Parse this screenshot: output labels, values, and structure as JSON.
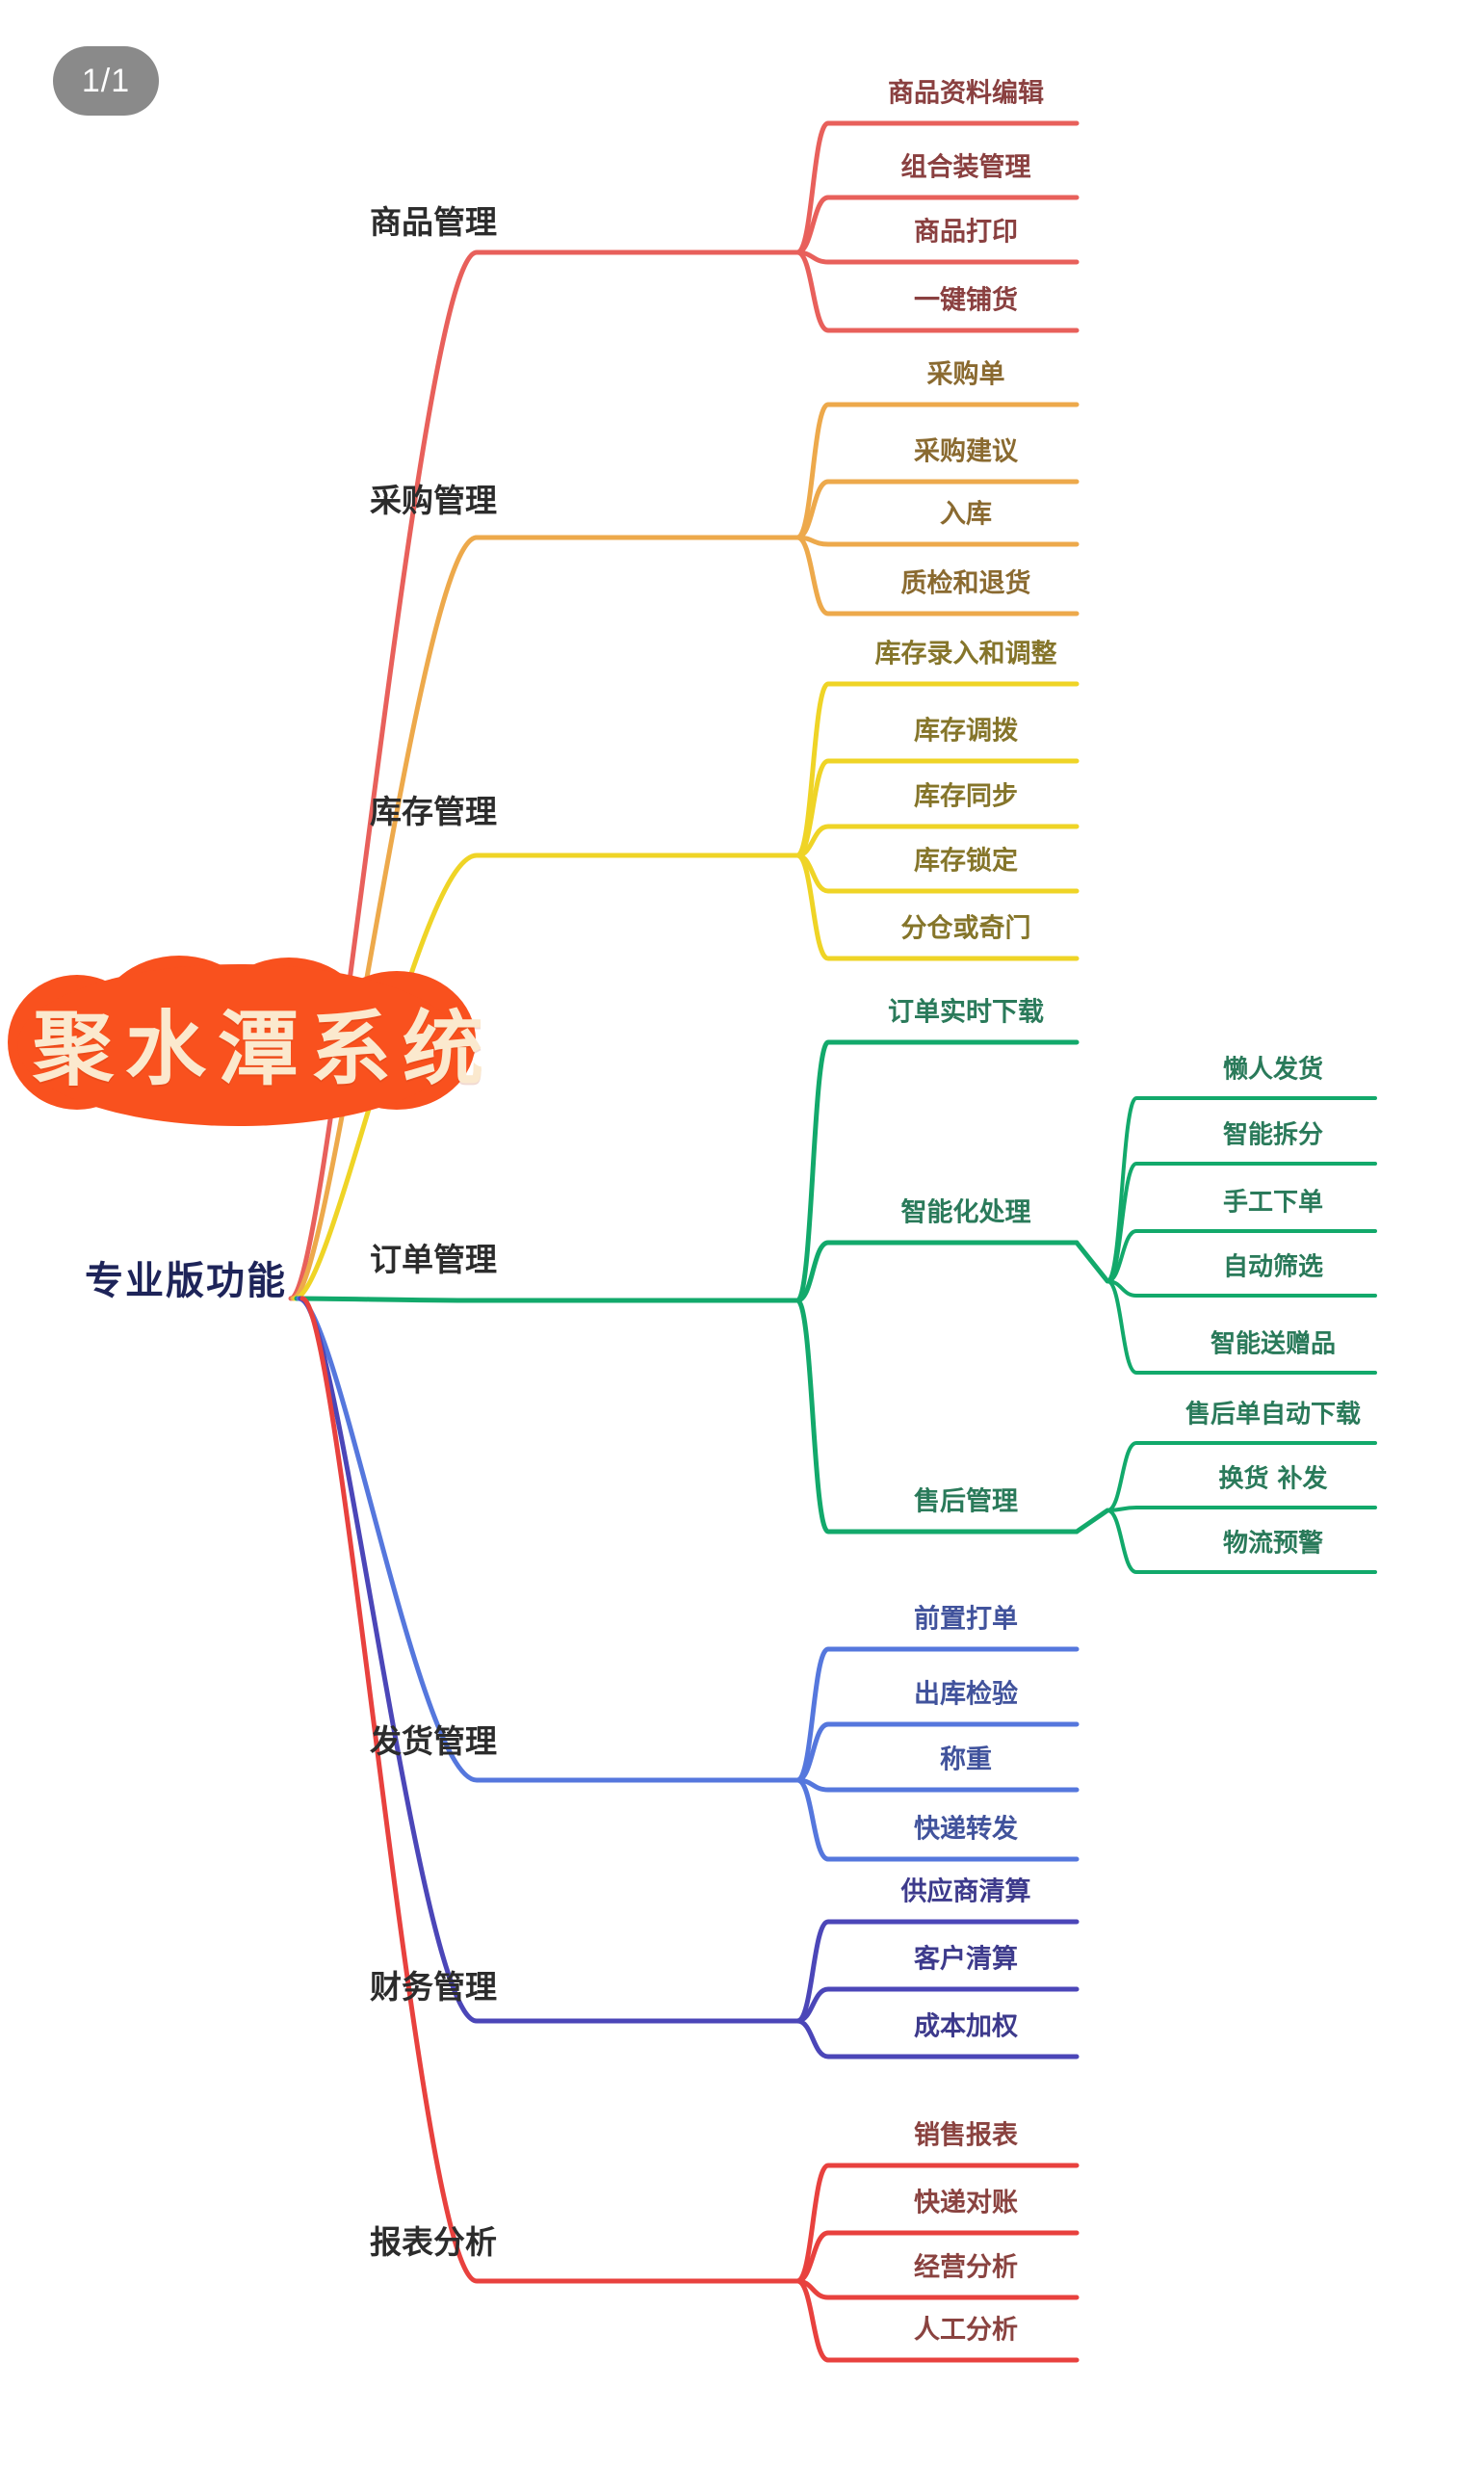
{
  "page": {
    "badge": "1/1",
    "background_color": "#ffffff",
    "badge_color": "#8a8a8a"
  },
  "root": {
    "banner_title": "聚水潭系统",
    "banner_color": "#F9511E",
    "banner_text_color": "#FBE9CE",
    "subtitle": "专业版功能",
    "subtitle_color": "#1e2459"
  },
  "branches": [
    {
      "label": "商品管理",
      "color": "#E8605B",
      "text_color": "#8a4040",
      "children": [
        {
          "label": "商品资料编辑"
        },
        {
          "label": "组合装管理"
        },
        {
          "label": "商品打印"
        },
        {
          "label": "一键铺货"
        }
      ]
    },
    {
      "label": "采购管理",
      "color": "#EDA94B",
      "text_color": "#8a6a30",
      "children": [
        {
          "label": "采购单"
        },
        {
          "label": "采购建议"
        },
        {
          "label": "入库"
        },
        {
          "label": "质检和退货"
        }
      ]
    },
    {
      "label": "库存管理",
      "color": "#EFD426",
      "text_color": "#85752a",
      "children": [
        {
          "label": "库存录入和调整"
        },
        {
          "label": "库存调拨"
        },
        {
          "label": "库存同步"
        },
        {
          "label": "库存锁定"
        },
        {
          "label": "分仓或奇门"
        }
      ]
    },
    {
      "label": "订单管理",
      "color": "#12A96B",
      "text_color": "#2a7a5a",
      "children": [
        {
          "label": "订单实时下载",
          "children": []
        },
        {
          "label": "智能化处理",
          "children": [
            {
              "label": "懒人发货"
            },
            {
              "label": "智能拆分"
            },
            {
              "label": "手工下单"
            },
            {
              "label": "自动筛选"
            },
            {
              "label": "智能送赠品"
            }
          ]
        },
        {
          "label": "售后管理",
          "children": [
            {
              "label": "售后单自动下载"
            },
            {
              "label": "换货 补发"
            },
            {
              "label": "物流预警"
            }
          ]
        }
      ]
    },
    {
      "label": "发货管理",
      "color": "#5577DD",
      "text_color": "#41539c",
      "children": [
        {
          "label": "前置打单"
        },
        {
          "label": "出库检验"
        },
        {
          "label": "称重"
        },
        {
          "label": "快递转发"
        }
      ]
    },
    {
      "label": "财务管理",
      "color": "#4B46B8",
      "text_color": "#3d3a8c",
      "children": [
        {
          "label": "供应商清算"
        },
        {
          "label": "客户清算"
        },
        {
          "label": "成本加权"
        }
      ]
    },
    {
      "label": "报表分析",
      "color": "#E8413E",
      "text_color": "#8a4340",
      "children": [
        {
          "label": "销售报表"
        },
        {
          "label": "快递对账"
        },
        {
          "label": "经营分析"
        },
        {
          "label": "人工分析"
        }
      ]
    }
  ]
}
